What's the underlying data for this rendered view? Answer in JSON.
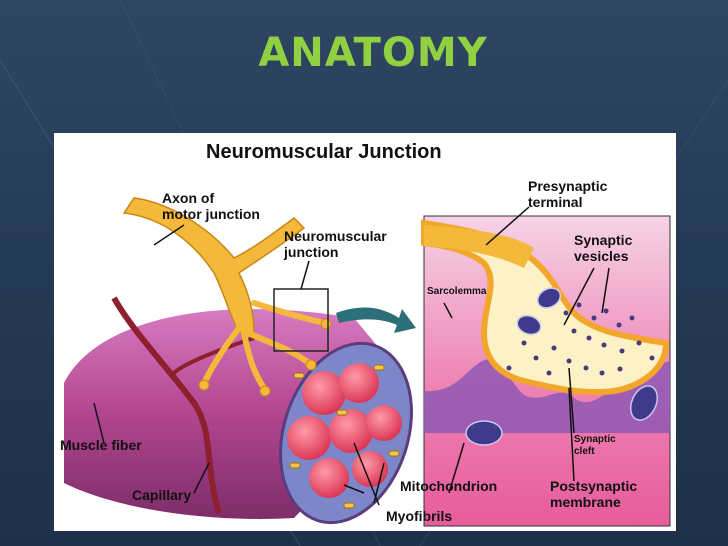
{
  "slide": {
    "title": "ANATOMY"
  },
  "diagram": {
    "title": "Neuromuscular Junction",
    "labels": {
      "axon_line1": "Axon of",
      "axon_line2": "motor junction",
      "nmj_line1": "Neuromuscular",
      "nmj_line2": "junction",
      "presyn_line1": "Presynaptic",
      "presyn_line2": "terminal",
      "vesicles_line1": "Synaptic",
      "vesicles_line2": "vesicles",
      "sarcolemma": "Sarcolemma",
      "cleft_line1": "Synaptic",
      "cleft_line2": "cleft",
      "muscle_fiber": "Muscle fiber",
      "capillary": "Capillary",
      "mitochondrion": "Mitochondrion",
      "postsyn_line1": "Postsynaptic",
      "postsyn_line2": "membrane",
      "myofibrils": "Myofibrils"
    }
  },
  "colors": {
    "title_green": "#8fd141",
    "axon": "#f4b83a",
    "muscle": "#c04a9a",
    "inset_bg": "#ea6fa6",
    "arrow": "#2b6f78"
  }
}
